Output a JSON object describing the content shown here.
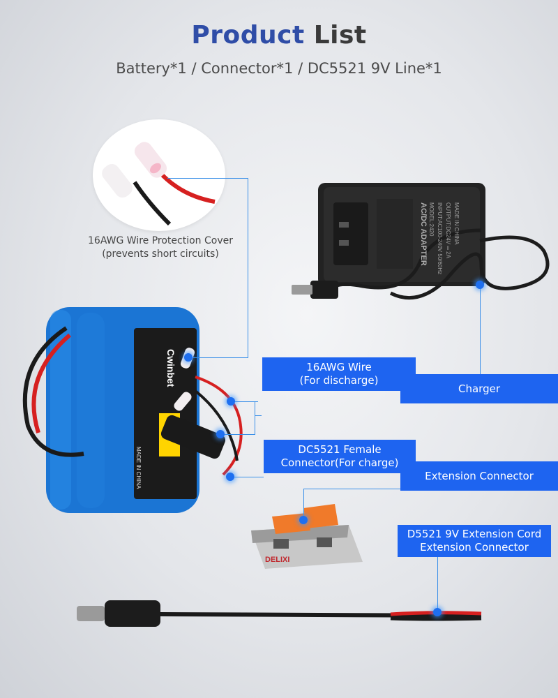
{
  "header": {
    "title_part1": "Product",
    "title_part2": "List",
    "subtitle": "Battery*1 / Connector*1 / DC5521 9V Line*1"
  },
  "callouts": {
    "wire_cover": {
      "line1": "16AWG Wire Protection Cover",
      "line2": "(prevents short circuits)"
    },
    "wire": {
      "line1": "16AWG Wire",
      "line2": "(For discharge)"
    },
    "charger": {
      "line1": "Charger"
    },
    "dc_female": {
      "line1": "DC5521 Female",
      "line2": "Connector(For charge)"
    },
    "extension_connector": {
      "line1": "Extension Connector"
    },
    "extension_cord": {
      "line1": "D5521 9V Extension Cord",
      "line2": "Extension Connector"
    }
  },
  "product_labels": {
    "adapter_lines": [
      "AC/DC ADAPTER",
      "MODEL:2420",
      "INPUT:AC100-240V 50/60Hz",
      "OUTPUT:DC24V ═ 2A",
      "MADE IN CHINA"
    ],
    "battery_brand": "Cwinbet",
    "battery_made_in": "MADE IN CHINA",
    "connector_brand": "DELIXI"
  },
  "colors": {
    "title_blue": "#2f4da7",
    "label_blue": "#1e64f0",
    "battery_blue": "#1b75d4",
    "wire_red": "#d62020",
    "wire_black": "#1a1a1a",
    "connector_orange": "#f07a2a"
  }
}
